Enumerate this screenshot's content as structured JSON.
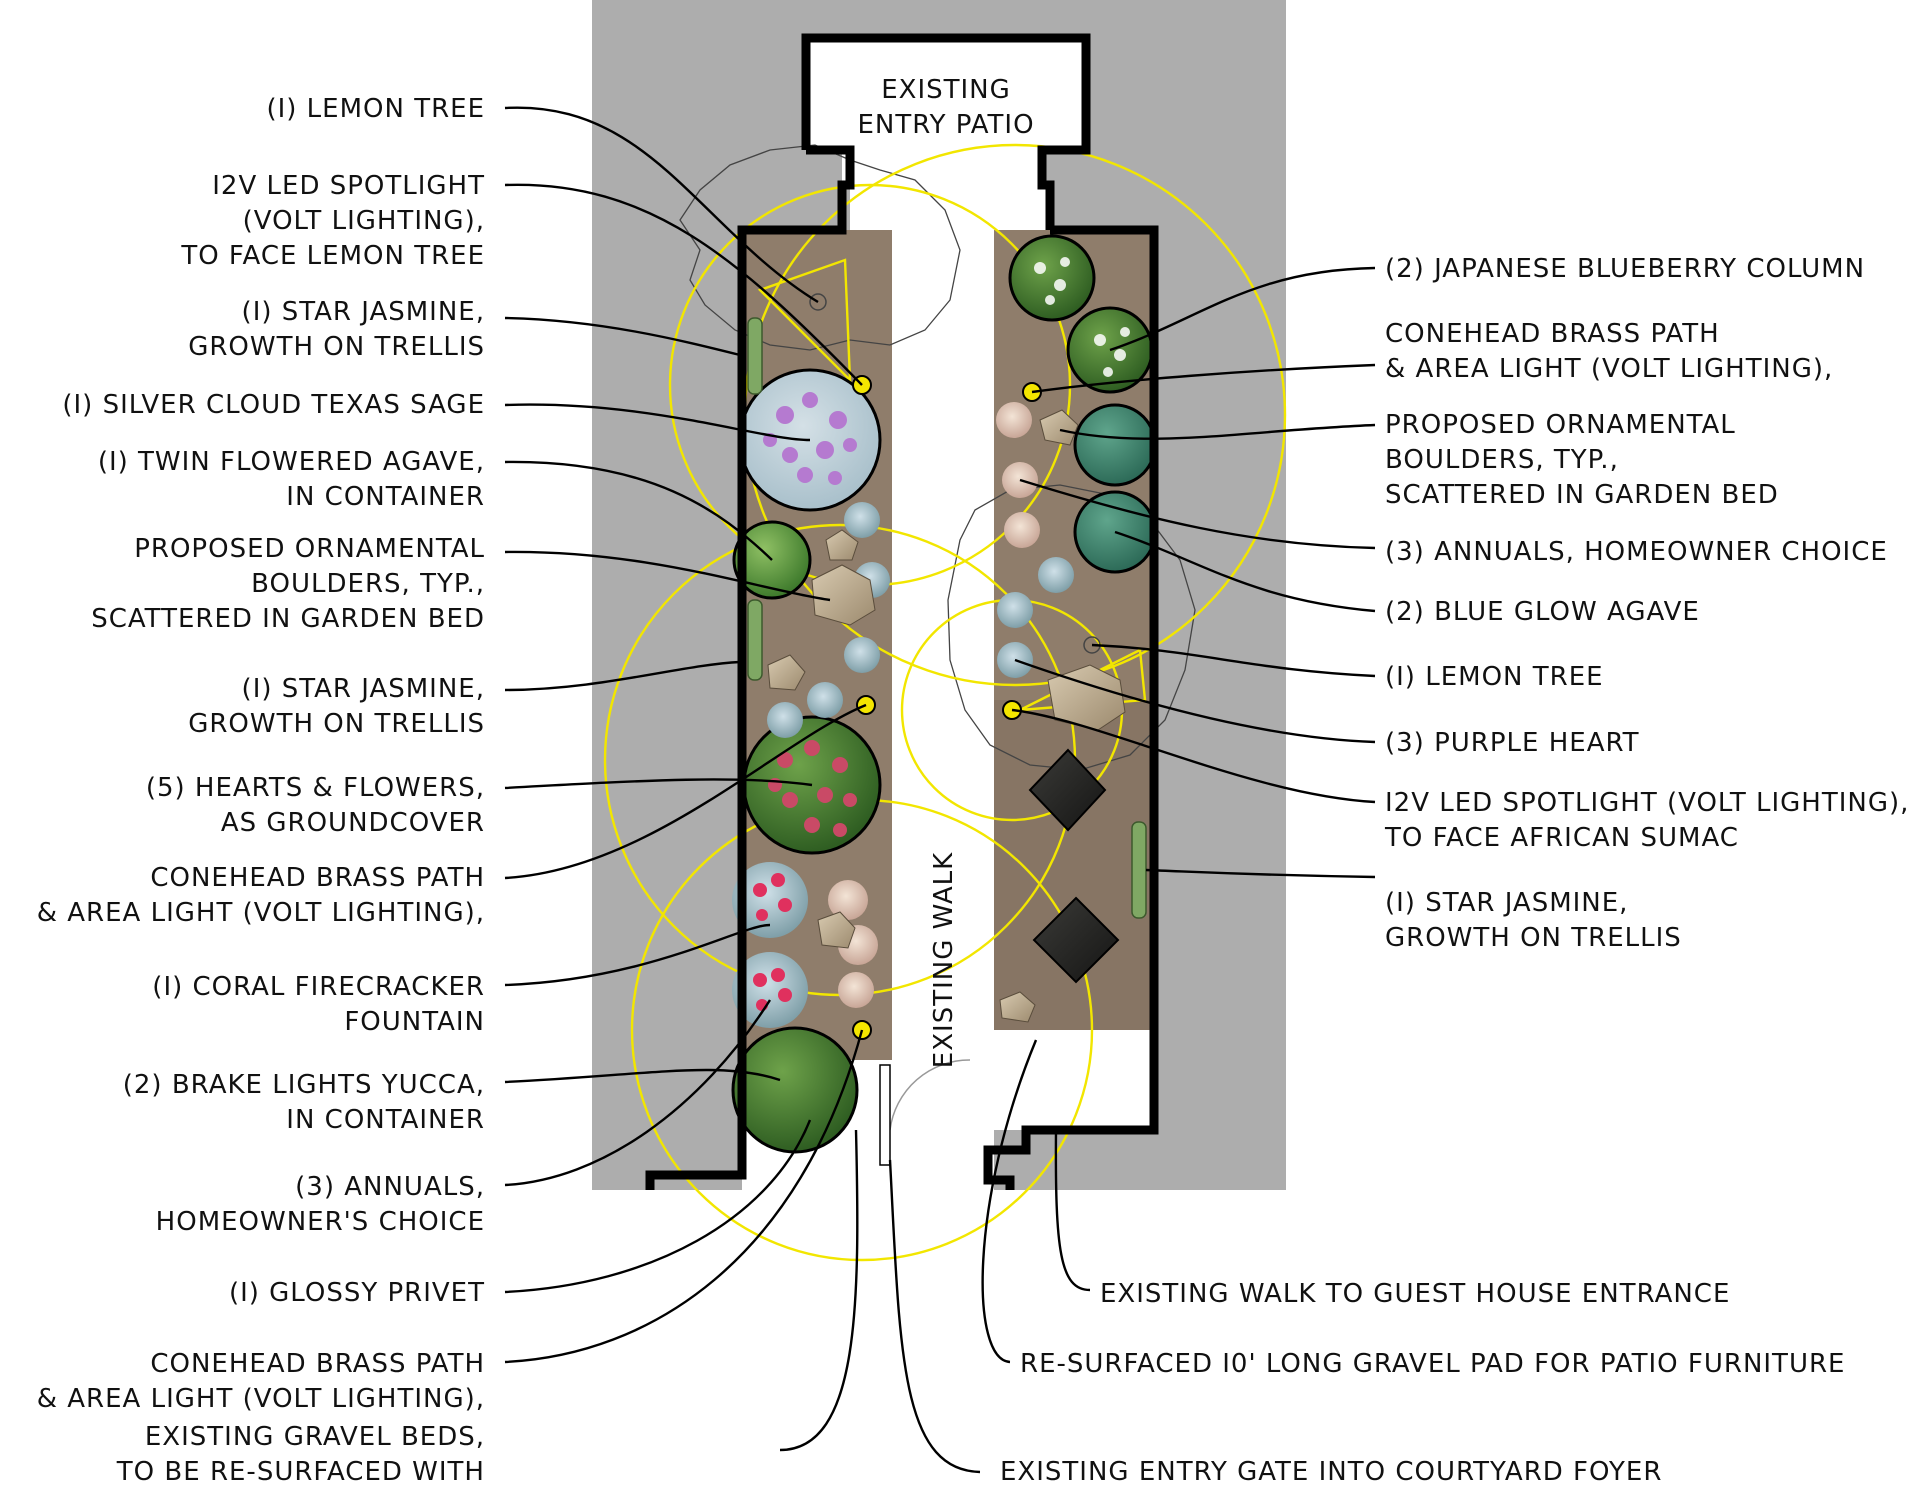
{
  "areas": {
    "patio": [
      "EXISTING",
      "ENTRY PATIO"
    ],
    "walk": "EXISTING WALK"
  },
  "labels_left": [
    [
      "(I) LEMON TREE"
    ],
    [
      "I2V LED SPOTLIGHT",
      "(VOLT LIGHTING),",
      "TO FACE LEMON TREE"
    ],
    [
      "(I) STAR JASMINE,",
      "GROWTH ON TRELLIS"
    ],
    [
      "(I) SILVER CLOUD TEXAS SAGE"
    ],
    [
      "(I) TWIN FLOWERED AGAVE,",
      "IN CONTAINER"
    ],
    [
      "PROPOSED ORNAMENTAL",
      "BOULDERS, TYP.,",
      "SCATTERED IN GARDEN BED"
    ],
    [
      "(I) STAR JASMINE,",
      "GROWTH ON TRELLIS"
    ],
    [
      "(5) HEARTS & FLOWERS,",
      "AS GROUNDCOVER"
    ],
    [
      "CONEHEAD BRASS PATH",
      "& AREA LIGHT (VOLT LIGHTING),"
    ],
    [
      "(I) CORAL FIRECRACKER",
      "FOUNTAIN"
    ],
    [
      "(2) BRAKE LIGHTS YUCCA,",
      "IN CONTAINER"
    ],
    [
      "(3) ANNUALS,",
      "HOMEOWNER'S CHOICE"
    ],
    [
      "(I) GLOSSY PRIVET"
    ],
    [
      "CONEHEAD BRASS PATH",
      "& AREA LIGHT (VOLT LIGHTING),"
    ],
    [
      "EXISTING GRAVEL BEDS,",
      "TO BE RE-SURFACED WITH"
    ]
  ],
  "labels_right": [
    [
      "(2) JAPANESE BLUEBERRY COLUMN"
    ],
    [
      "CONEHEAD BRASS PATH",
      "& AREA LIGHT (VOLT LIGHTING),"
    ],
    [
      "PROPOSED ORNAMENTAL",
      "BOULDERS, TYP.,",
      "SCATTERED IN GARDEN BED"
    ],
    [
      "(3) ANNUALS, HOMEOWNER CHOICE"
    ],
    [
      "(2) BLUE GLOW AGAVE"
    ],
    [
      "(I) LEMON TREE"
    ],
    [
      "(3) PURPLE HEART"
    ],
    [
      "I2V LED SPOTLIGHT (VOLT LIGHTING),",
      "TO FACE AFRICAN SUMAC"
    ],
    [
      "(I) STAR JASMINE,",
      "GROWTH ON TRELLIS"
    ]
  ],
  "labels_bottom": [
    [
      "EXISTING WALK TO GUEST HOUSE ENTRANCE"
    ],
    [
      "RE-SURFACED I0' LONG GRAVEL PAD FOR PATIO FURNITURE"
    ],
    [
      "EXISTING ENTRY GATE INTO COURTYARD FOYER"
    ]
  ],
  "colors": {
    "ground": "#adadad",
    "bed": "#8f7d6b",
    "wall": "#000000",
    "light_ring": "#f2e600",
    "light": "#f4e600"
  }
}
